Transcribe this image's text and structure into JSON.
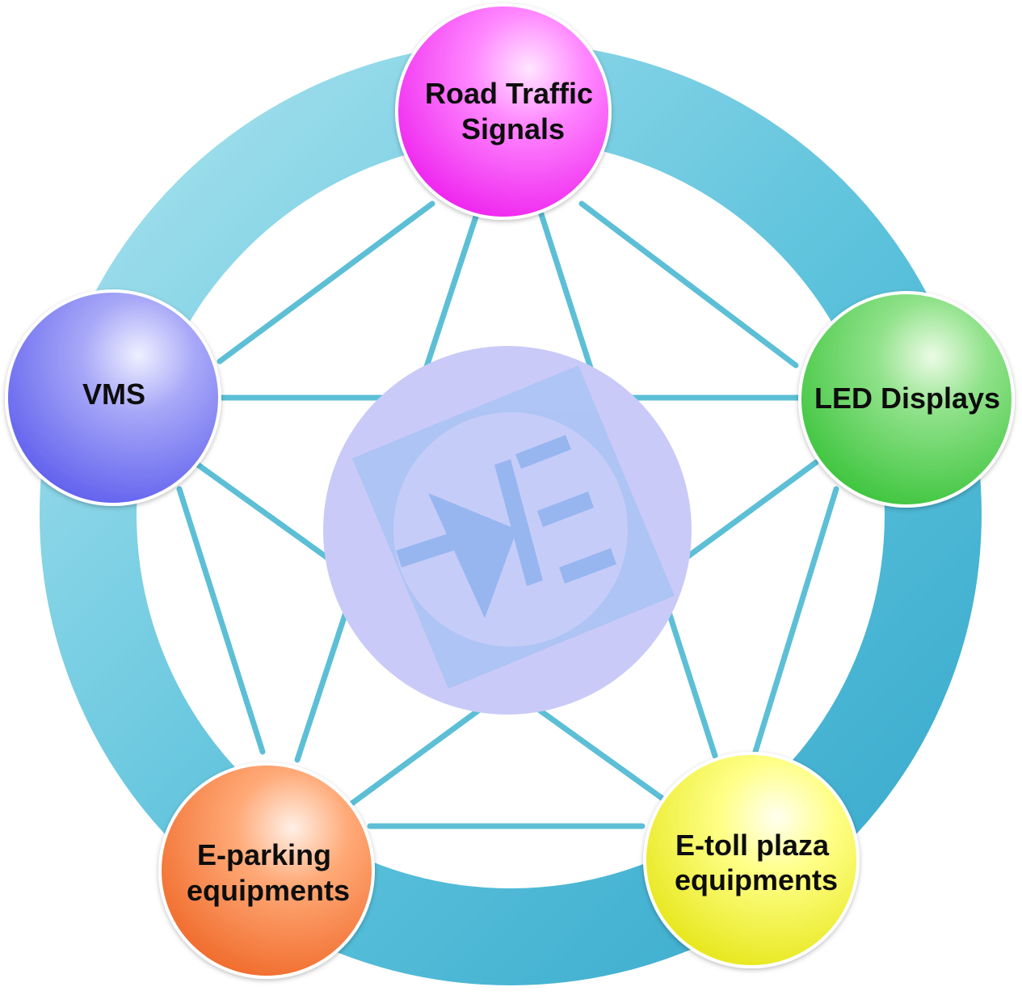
{
  "nodes": [
    {
      "id": "road-traffic-signals",
      "lines": [
        "Road Traffic",
        "Signals"
      ],
      "color": "#ff33ff"
    },
    {
      "id": "led-displays",
      "lines": [
        "LED Displays"
      ],
      "color": "#44cc44"
    },
    {
      "id": "e-toll-plaza-equipments",
      "lines": [
        "E-toll plaza",
        "equipments"
      ],
      "color": "#eeee22"
    },
    {
      "id": "e-parking-equipments",
      "lines": [
        "E-parking",
        "equipments"
      ],
      "color": "#f0783a"
    },
    {
      "id": "vms",
      "lines": [
        "VMS"
      ],
      "color": "#7070ee"
    }
  ],
  "center": {
    "logo_icon": "diode-arrow-e-logo-icon",
    "color": "#c8c8f8"
  },
  "ring_color": "#56bfd8",
  "connector_color": "#5cbfd6"
}
